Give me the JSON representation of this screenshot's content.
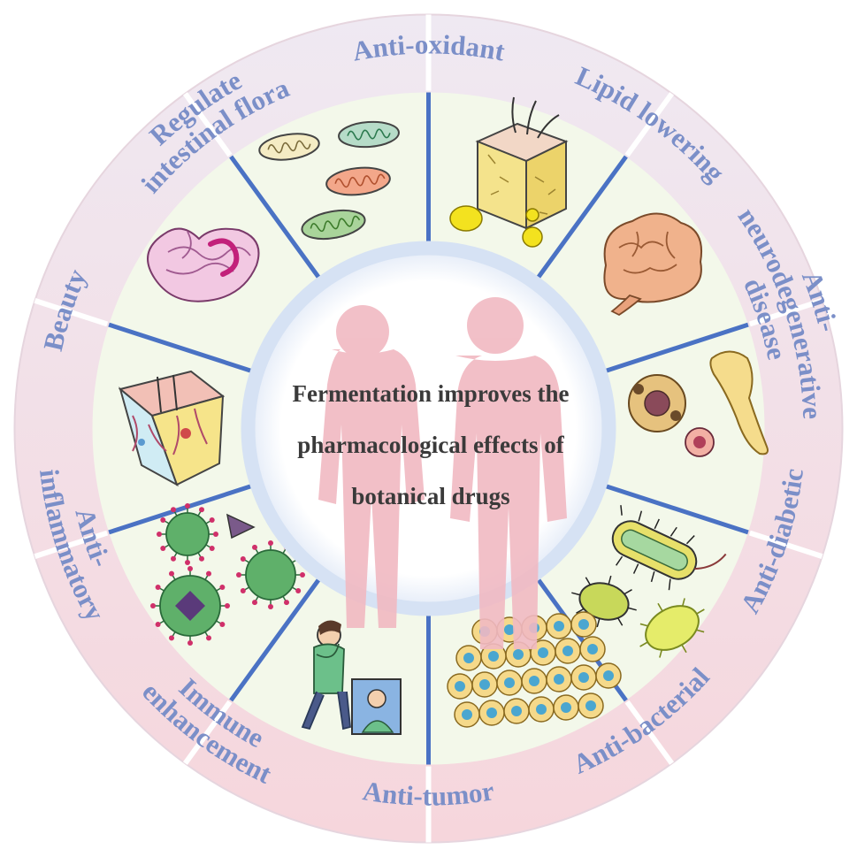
{
  "center": {
    "lines": [
      "Fermentation improves the",
      "pharmacological effects of",
      "botanical drugs"
    ]
  },
  "segments": [
    {
      "id": "anti-oxidant",
      "lines": [
        "Anti-oxidant"
      ],
      "icon": "mitochondria-icon"
    },
    {
      "id": "lipid-lowering",
      "lines": [
        "Lipid lowering"
      ],
      "icon": "fat-tissue-icon"
    },
    {
      "id": "anti-neurodegenerative",
      "lines": [
        "Anti-",
        "neurodegenerative",
        "disease"
      ],
      "icon": "brain-icon"
    },
    {
      "id": "anti-diabetic",
      "lines": [
        "Anti-diabetic"
      ],
      "icon": "pancreas-icon"
    },
    {
      "id": "anti-bacterial",
      "lines": [
        "Anti-bacterial"
      ],
      "icon": "bacteria-icon"
    },
    {
      "id": "anti-tumor",
      "lines": [
        "Anti-tumor"
      ],
      "icon": "tumor-cells-icon"
    },
    {
      "id": "immune-enhancement",
      "lines": [
        "Immune",
        "enhancement"
      ],
      "icon": "sick-person-icon"
    },
    {
      "id": "anti-inflammatory",
      "lines": [
        "Anti-",
        "inflammatory"
      ],
      "icon": "virus-icon"
    },
    {
      "id": "beauty",
      "lines": [
        "Beauty"
      ],
      "icon": "skin-section-icon"
    },
    {
      "id": "regulate-intestinal-flora",
      "lines": [
        "Regulate",
        "intestinal flora"
      ],
      "icon": "intestine-icon"
    }
  ],
  "colors": {
    "outer_ring_top": "#efe9f2",
    "outer_ring_bottom": "#f6d6dc",
    "inner_ring": "#f3f8ea",
    "divider": "#4a72c4",
    "center_ring": "#d6e2f4",
    "silhouette": "#f1b9c2",
    "label": "#7b8fc8"
  }
}
